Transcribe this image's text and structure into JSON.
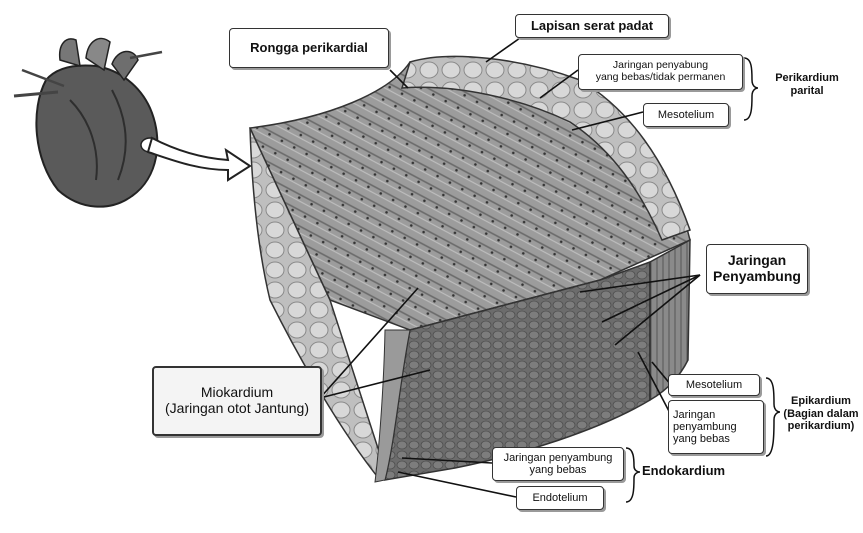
{
  "labels": {
    "rongga": "Rongga perikardial",
    "lapisan": "Lapisan serat padat",
    "jp_bebas_1": "Jaringan penyabung",
    "jp_bebas_2": "yang bebas/tidak permanen",
    "meso_top": "Mesotelium",
    "perikardium_1": "Perikardium",
    "perikardium_2": "parital",
    "jp_big_1": "Jaringan",
    "jp_big_2": "Penyambung",
    "mio_1": "Miokardium",
    "mio_2": "(Jaringan otot Jantung)",
    "meso_bottom": "Mesotelium",
    "jpb_1": "Jaringan",
    "jpb_2": "penyambung",
    "jpb_3": "yang bebas",
    "epi_1": "Epikardium",
    "epi_2": "(Bagian dalam",
    "epi_3": "perikardium)",
    "endo_jp_1": "Jaringan penyambung",
    "endo_jp_2": "yang bebas",
    "endo": "Endokardium",
    "endotel": "Endotelium"
  },
  "colors": {
    "ink": "#111111",
    "tissue_light": "#c9c9c9",
    "tissue_mid": "#8f8f8f",
    "tissue_dark": "#4a4a4a"
  }
}
